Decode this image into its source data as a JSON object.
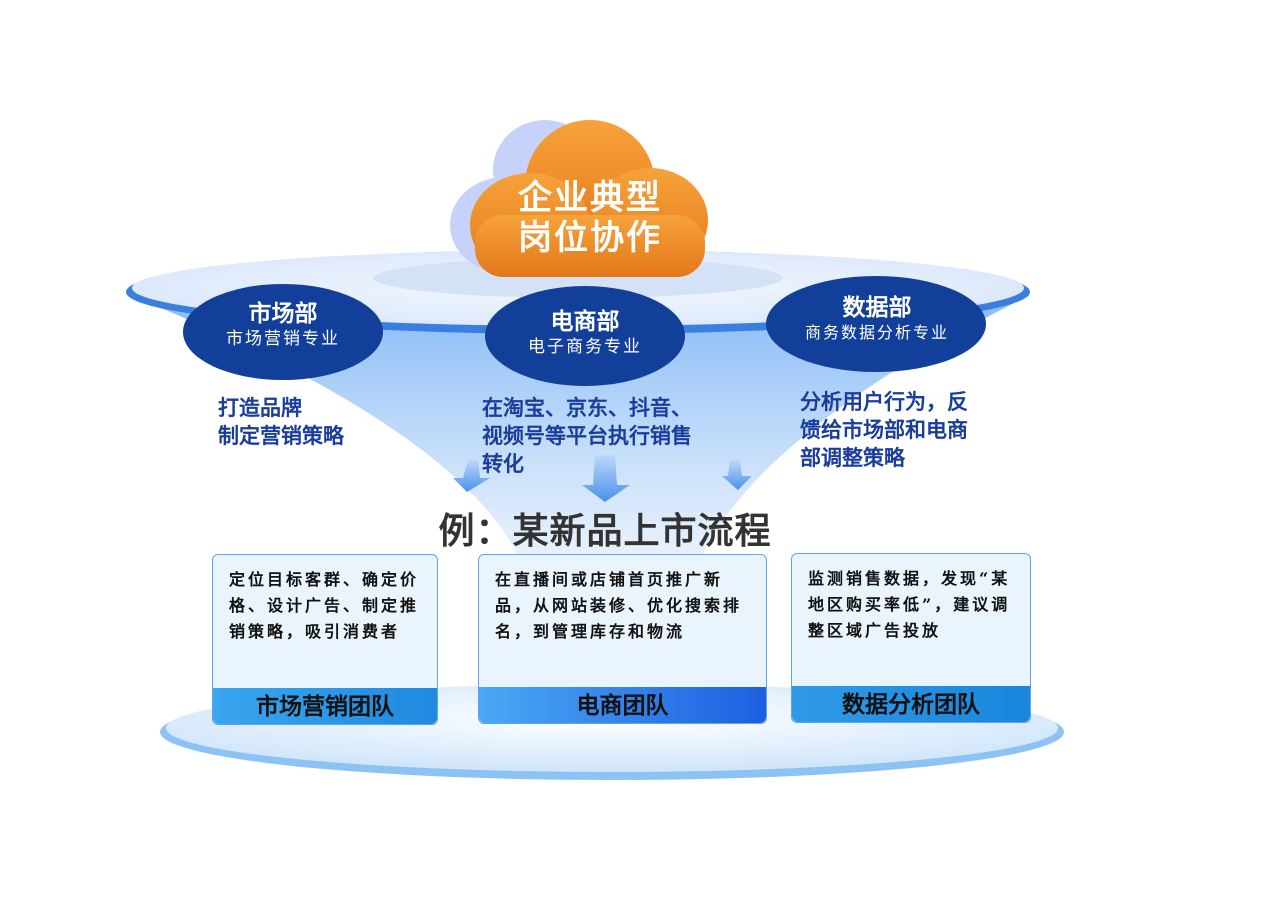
{
  "cloud": {
    "line1": "企业典型",
    "line2": "岗位协作"
  },
  "departments": [
    {
      "name": "市场部",
      "major": "市场营销专业"
    },
    {
      "name": "电商部",
      "major": "电子商务专业"
    },
    {
      "name": "数据部",
      "major": "商务数据分析专业"
    }
  ],
  "duties": [
    {
      "lines": [
        "打造品牌",
        "制定营销策略"
      ]
    },
    {
      "lines": [
        "在淘宝、京东、抖音、",
        "视频号等平台执行销售",
        "转化"
      ]
    },
    {
      "lines": [
        "分析用户行为，反",
        "馈给市场部和电商",
        "部调整策略"
      ]
    }
  ],
  "example_title": "例：某新品上市流程",
  "teams": [
    {
      "desc": "定位目标客群、确定价格、设计广告、制定推销策略，吸引消费者",
      "label": "市场营销团队"
    },
    {
      "desc": "在直播间或店铺首页推广新品，从网站装修、优化搜索排名，到管理库存和物流",
      "label": "电商团队"
    },
    {
      "desc": "监测销售数据，发现“某地区购买率低”，建议调整区域广告投放",
      "label": "数据分析团队"
    }
  ],
  "colors": {
    "cloud": "#ef8a1f",
    "dept": "#123f99",
    "duty_text": "#1a3d9c",
    "card_bg": "#eaf4fd",
    "team_bar": "#1e88e5"
  }
}
